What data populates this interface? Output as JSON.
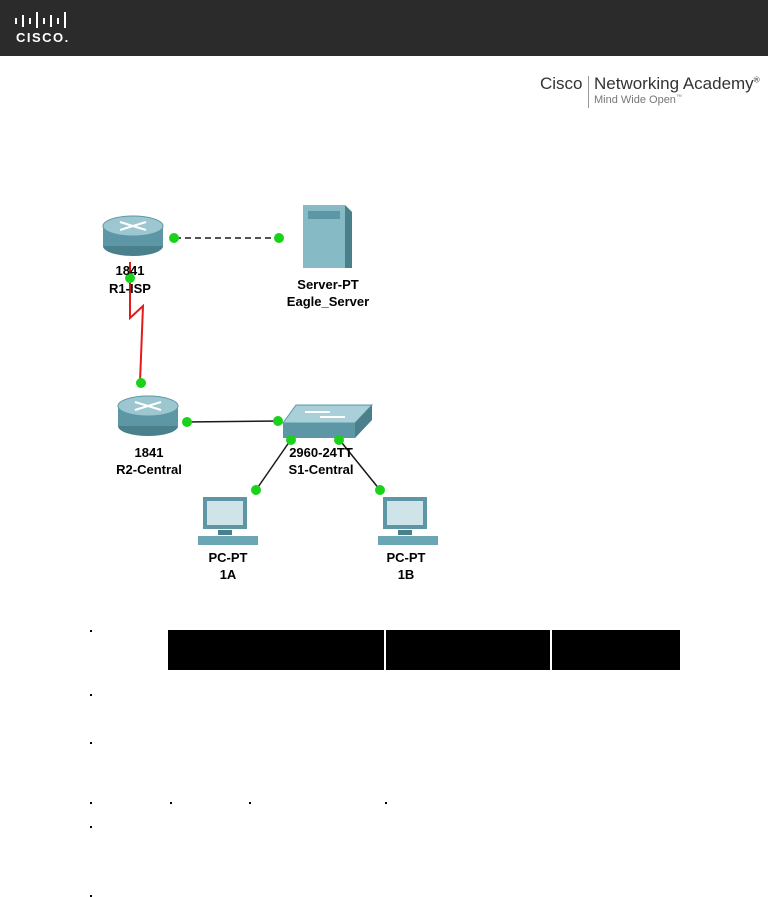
{
  "header": {
    "logo_text": "CISCO."
  },
  "academy": {
    "brand": "Cisco",
    "name": "Networking Academy",
    "mark": "®",
    "tagline": "Mind Wide Open",
    "tagline_mark": "™"
  },
  "topology": {
    "devices": [
      {
        "id": "r1",
        "model": "1841",
        "name": "R1-ISP",
        "type": "router-icon"
      },
      {
        "id": "server",
        "model": "Server-PT",
        "name": "Eagle_Server",
        "type": "server-icon"
      },
      {
        "id": "r2",
        "model": "1841",
        "name": "R2-Central",
        "type": "router-icon"
      },
      {
        "id": "s1",
        "model": "2960-24TT",
        "name": "S1-Central",
        "type": "switch-icon"
      },
      {
        "id": "pc1a",
        "model": "PC-PT",
        "name": "1A",
        "type": "pc-icon"
      },
      {
        "id": "pc1b",
        "model": "PC-PT",
        "name": "1B",
        "type": "pc-icon"
      }
    ],
    "link_colors": {
      "serial": "#e31b1b",
      "ethernet": "#1a1a1a",
      "status_up": "#19d219"
    }
  }
}
